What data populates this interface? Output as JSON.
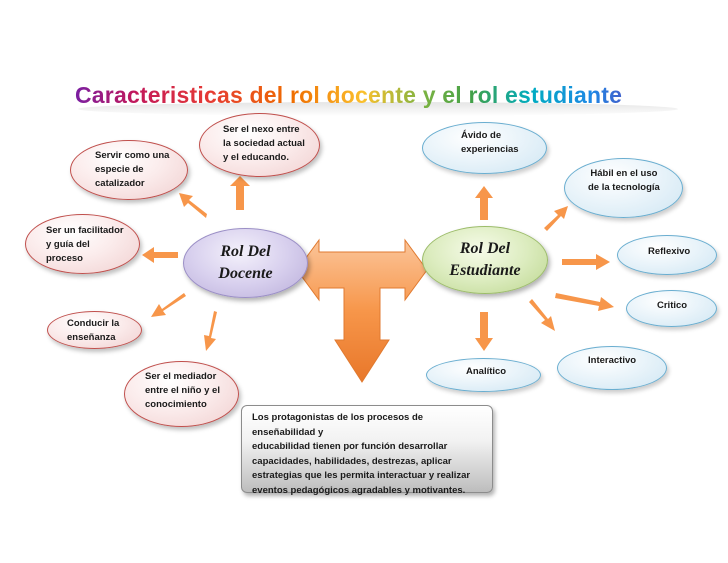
{
  "title": "Caracteristicas del rol docente y el rol estudiante",
  "docente": {
    "center": [
      "Rol Del",
      "Docente"
    ],
    "nexo": [
      "Ser el nexo entre",
      "la sociedad actual",
      "y el educando."
    ],
    "catalizador": [
      "Servir como una",
      "especie de",
      "catalizador"
    ],
    "facilitador": [
      "Ser un facilitador",
      "y guía del",
      "proceso"
    ],
    "conducir": [
      "Conducir la",
      "enseñanza"
    ],
    "mediador": [
      "Ser el mediador",
      "entre el niño y el",
      "conocimiento"
    ]
  },
  "estudiante": {
    "center": [
      "Rol Del",
      "Estudiante"
    ],
    "avido": [
      "Ávido de",
      "experiencias"
    ],
    "habil": [
      "Hábil en el uso",
      "de la tecnología"
    ],
    "reflexivo": "Reflexivo",
    "critico": "Critico",
    "interactivo": "Interactivo",
    "analitico": "Analítico"
  },
  "note": [
    "Los protagonistas de los procesos de enseñabilidad y",
    "educabilidad tienen por función desarrollar",
    "capacidades, habilidades, destrezas, aplicar",
    "estrategias que les permita interactuar y realizar",
    "eventos pedagógicos agradables y motivantes."
  ],
  "colors": {
    "arrow": "#f7964a",
    "pink_border": "#c0504d",
    "blue_border": "#6aaed0"
  }
}
